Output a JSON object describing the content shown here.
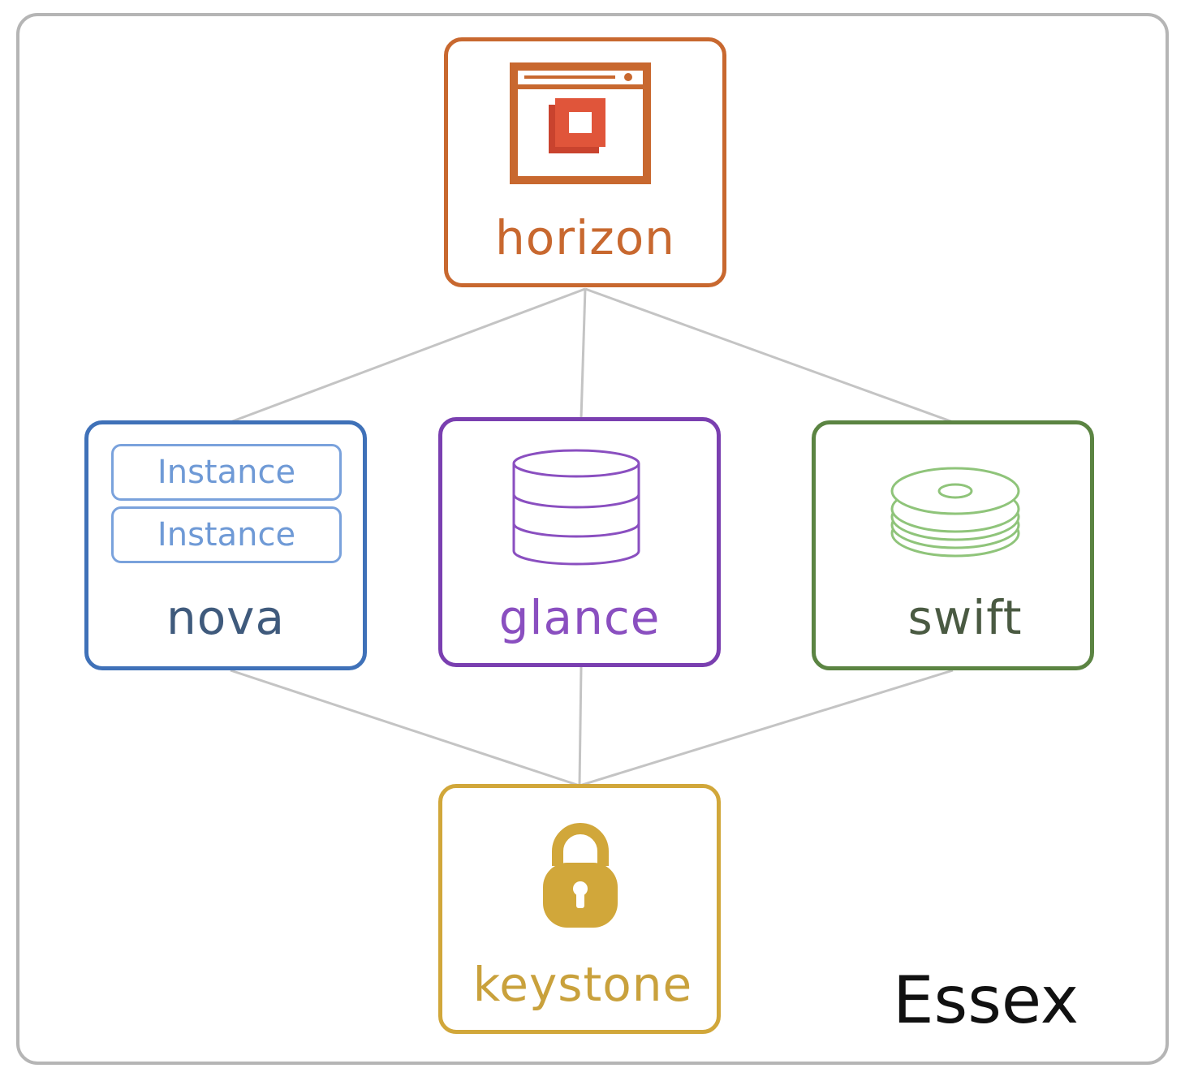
{
  "diagram": {
    "release": "Essex",
    "nodes": {
      "horizon": {
        "label": "horizon",
        "icon": "browser-window-icon",
        "color": "#c8682f"
      },
      "nova": {
        "label": "nova",
        "instances": [
          "Instance",
          "Instance"
        ],
        "color": "#3f71b8"
      },
      "glance": {
        "label": "glance",
        "icon": "database-icon",
        "color": "#7a3fb0"
      },
      "swift": {
        "label": "swift",
        "icon": "disk-stack-icon",
        "color": "#5b8442"
      },
      "keystone": {
        "label": "keystone",
        "icon": "lock-icon",
        "color": "#d1a73a"
      }
    },
    "edges": [
      [
        "horizon",
        "nova"
      ],
      [
        "horizon",
        "glance"
      ],
      [
        "horizon",
        "swift"
      ],
      [
        "nova",
        "keystone"
      ],
      [
        "glance",
        "keystone"
      ],
      [
        "swift",
        "keystone"
      ]
    ]
  }
}
